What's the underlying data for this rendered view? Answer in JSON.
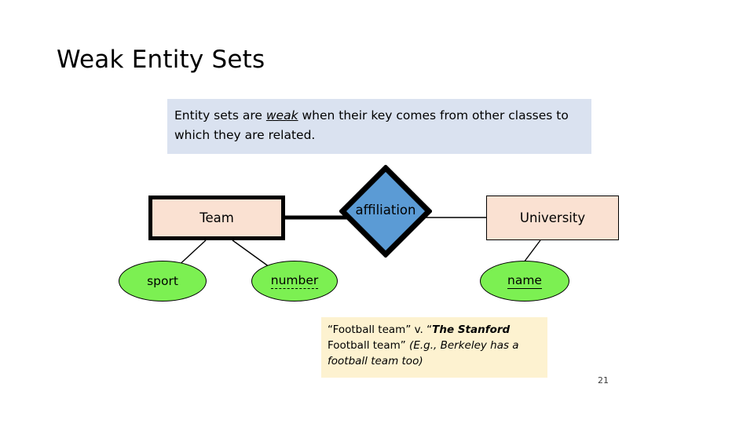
{
  "slide": {
    "title": "Weak Entity Sets",
    "page_number": "21"
  },
  "definition": {
    "text_before": "Entity sets are ",
    "keyword": "weak",
    "text_after": " when their key comes from other classes to which they are related."
  },
  "diagram": {
    "type": "er-diagram",
    "entities": [
      {
        "id": "team",
        "label": "Team",
        "weak": true,
        "fill": "#FAE1D2",
        "border": "#000000"
      },
      {
        "id": "university",
        "label": "University",
        "weak": false,
        "fill": "#FAE1D2",
        "border": "#000000"
      }
    ],
    "relationships": [
      {
        "id": "affiliation",
        "label": "affiliation",
        "identifying": true,
        "fill": "#5B9BD5",
        "border": "#000000"
      }
    ],
    "attributes": [
      {
        "id": "sport",
        "label": "sport",
        "owner": "team",
        "key": "none",
        "fill": "#7CF052"
      },
      {
        "id": "number",
        "label": "number",
        "owner": "team",
        "key": "partial",
        "fill": "#7CF052"
      },
      {
        "id": "name",
        "label": "name",
        "owner": "university",
        "key": "primary",
        "fill": "#7CF052"
      }
    ],
    "connectors": [
      {
        "from": "team",
        "to": "affiliation",
        "style": "thick-arrow"
      },
      {
        "from": "affiliation",
        "to": "university",
        "style": "thin-line"
      },
      {
        "from": "team",
        "to": "sport",
        "style": "thin-line"
      },
      {
        "from": "team",
        "to": "number",
        "style": "thin-line"
      },
      {
        "from": "university",
        "to": "name",
        "style": "thin-line"
      }
    ]
  },
  "note": {
    "line1_before": "“Football team” v. “",
    "line1_bold_italic": "The Stanford",
    "line2_plain": " Football team” ",
    "line2_italic": "(E.g., Berkeley has a football team too)",
    "background": "#FDF2D0"
  }
}
